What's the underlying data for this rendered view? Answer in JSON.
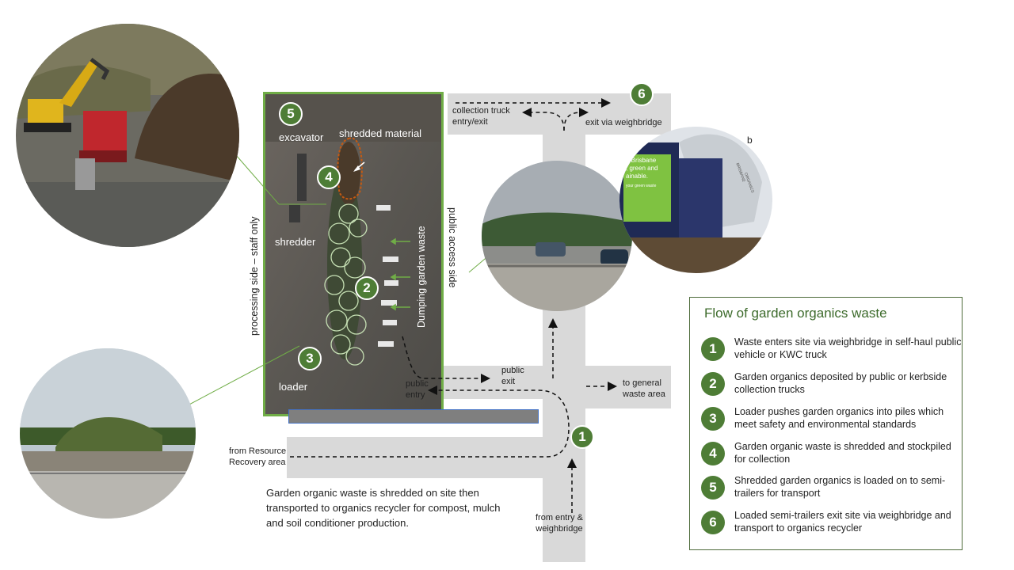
{
  "photo_top_right_letter": "b",
  "truck_photo": {
    "sign_line1": "g Brisbane",
    "sign_line2": ", green and",
    "sign_line3": "ainable.",
    "sign_line4": "your green waste",
    "bin_text1": "BRISBANE",
    "bin_text2": "ORGANICS"
  },
  "map_labels": {
    "excavator": "excavator",
    "shredded_material": "shredded material",
    "shredder": "shredder",
    "loader": "loader",
    "dumping": "Dumping garden waste",
    "processing_side": "processing side – staff only",
    "public_side": "public access side",
    "public_entry": "public\nentry",
    "public_exit": "public\nexit",
    "collection_truck": "collection truck\nentry/exit",
    "exit_weighbridge": "exit via weighbridge",
    "to_general": "to general\nwaste area",
    "from_resource": "from Resource\nRecovery area",
    "from_entry": "from entry &\nweighbridge"
  },
  "badges": {
    "b1": "1",
    "b2": "2",
    "b3": "3",
    "b4": "4",
    "b5": "5",
    "b6": "6"
  },
  "caption": "Garden organic waste is shredded on site then transported to organics recycler for compost, mulch and soil conditioner production.",
  "legend": {
    "title": "Flow of garden organics waste",
    "items": [
      {
        "num": "1",
        "text": "Waste enters site via weighbridge in self-haul public vehicle or KWC truck"
      },
      {
        "num": "2",
        "text": "Garden organics deposited by public or kerbside collection trucks"
      },
      {
        "num": "3",
        "text": "Loader pushes garden organics into piles which meet safety and environmental standards"
      },
      {
        "num": "4",
        "text": "Garden organic waste is shredded and stockpiled for collection"
      },
      {
        "num": "5",
        "text": "Shredded garden organics is loaded on to semi-trailers for transport"
      },
      {
        "num": "6",
        "text": "Loaded semi-trailers exit site via weighbridge and transport to organics recycler"
      }
    ]
  },
  "colors": {
    "accent_green": "#4e7d36",
    "road_grey": "#d9d9d9",
    "map_border": "#70ad47",
    "barrier": "#7f7f7f"
  }
}
